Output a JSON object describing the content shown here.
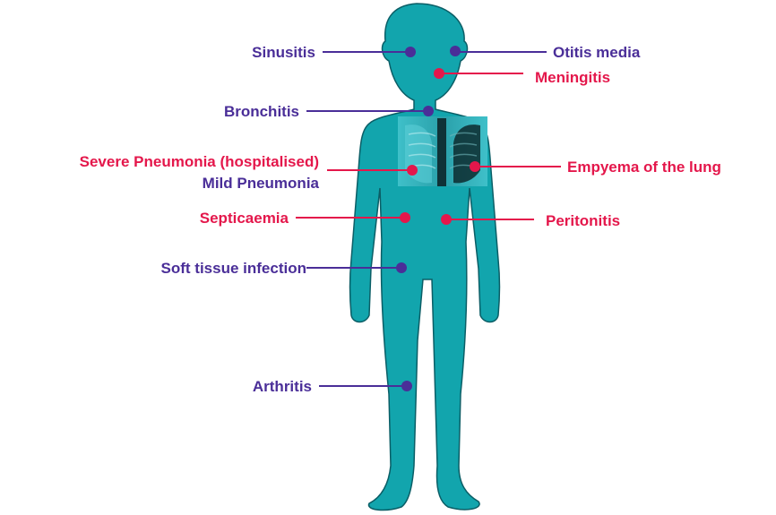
{
  "colors": {
    "body": "#12a5ad",
    "body_outline": "#0b5e66",
    "xray_bg": "#37b7c2",
    "xray_dark": "#0a1f22",
    "purple": "#4a2e98",
    "red": "#e4174b"
  },
  "labels": {
    "sinusitis": "Sinusitis",
    "otitis_media": "Otitis media",
    "meningitis": "Meningitis",
    "bronchitis": "Bronchitis",
    "severe_pneumonia": "Severe Pneumonia (hospitalised)",
    "mild_pneumonia": "Mild Pneumonia",
    "empyema": "Empyema of the lung",
    "septicaemia": "Septicaemia",
    "peritonitis": "Peritonitis",
    "soft_tissue": "Soft tissue infection",
    "arthritis": "Arthritis"
  }
}
